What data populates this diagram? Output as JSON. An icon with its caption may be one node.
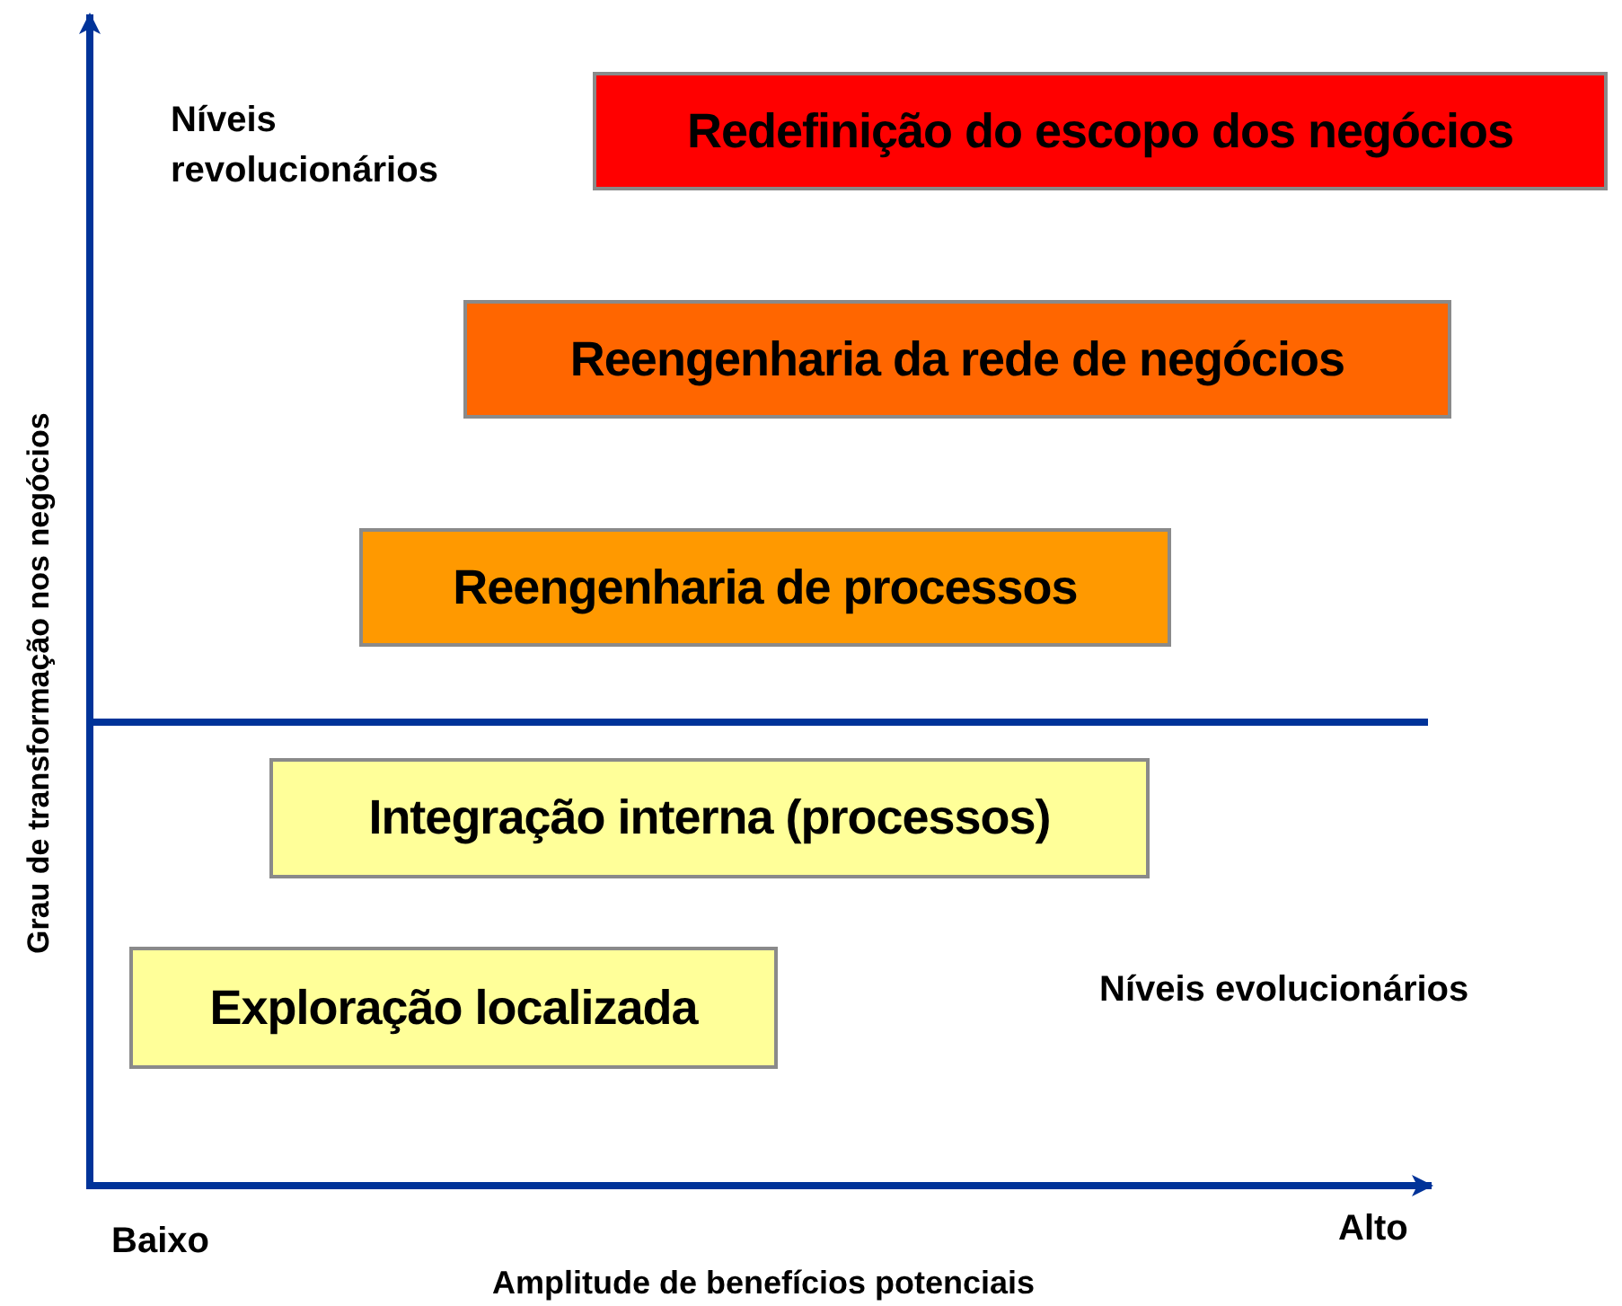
{
  "diagram": {
    "nodes": [
      {
        "text": [
          "Redefinição do escopo dos negócios"
        ]
      },
      {
        "text": [
          "Reengenharia da rede de negócios"
        ]
      },
      {
        "text": [
          "Reengenharia de processos"
        ]
      },
      {
        "text": [
          "Integração interna (processos)"
        ]
      },
      {
        "text": [
          "Exploração localizada"
        ]
      }
    ],
    "edges": [],
    "labels": [
      "Níveis revolucionários",
      "Grau de transformação nos negócios",
      "Níveis evolucionários",
      "Baixo",
      "Alto",
      "Amplitude de benefícios potenciais"
    ]
  }
}
